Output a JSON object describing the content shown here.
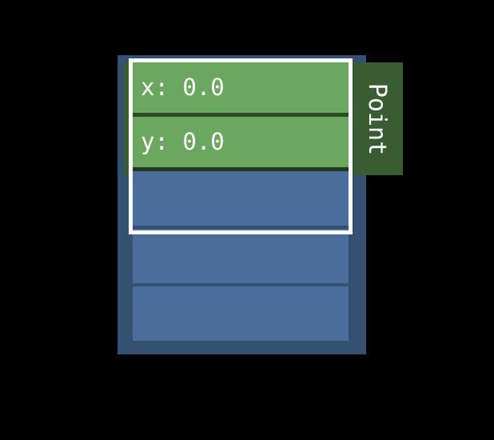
{
  "widget": {
    "kind": "object-inspector",
    "type_tab": {
      "label": "Point",
      "orientation": "vertical-top-to-bottom",
      "color": "#3a5c33",
      "text_color": "#ffffff"
    },
    "colors": {
      "background": "#000000",
      "panel": "#355172",
      "field_row": "#6ba75e",
      "field_divider": "#2e4a28",
      "empty_row": "#4a6d9c",
      "focus_outline": "#ffffff",
      "type_tab": "#3a5c33"
    },
    "focus": {
      "outlined_row_count": 3,
      "outline_color": "#ffffff"
    },
    "fields": [
      {
        "name": "x",
        "separator": ":",
        "value": "0.0",
        "text": "x: 0.0",
        "filled": true
      },
      {
        "name": "y",
        "separator": ":",
        "value": "0.0",
        "text": "y: 0.0",
        "filled": true
      }
    ],
    "empty_rows": [
      {
        "index": 0,
        "text": ""
      },
      {
        "index": 1,
        "text": ""
      },
      {
        "index": 2,
        "text": ""
      }
    ]
  }
}
